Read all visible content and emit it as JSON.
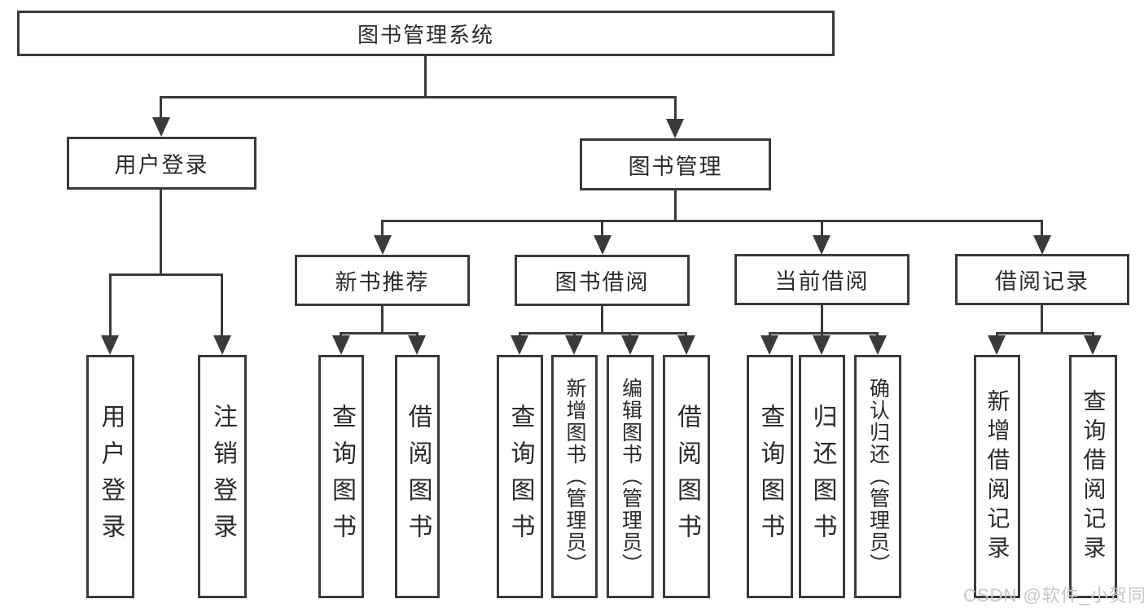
{
  "diagram": {
    "type": "tree",
    "title": "图书管理系统",
    "watermark": "CSDN @软件_小贺同学",
    "colors": {
      "line": "#3a3a3a",
      "box_border": "#3a3a3a",
      "box_fill": "#ffffff",
      "text": "#2b2b2b",
      "watermark": "#c6c6c6",
      "background": "#ffffff"
    },
    "nodes": {
      "root": "图书管理系统",
      "user_login": "用户登录",
      "book_management": "图书管理",
      "new_book_recommend": "新书推荐",
      "book_borrow": "图书借阅",
      "current_borrow": "当前借阅",
      "borrow_record": "借阅记录",
      "ul_user_login": "用户登录",
      "ul_logout": "注销登录",
      "nb_query_book": "查询图书",
      "nb_borrow_book": "借阅图书",
      "bb_query_book": "查询图书",
      "bb_add_book": "新增图书（管理员）",
      "bb_edit_book": "编辑图书（管理员）",
      "bb_borrow_book": "借阅图书",
      "cb_query_book": "查询图书",
      "cb_return_book": "归还图书",
      "cb_confirm_return": "确认归还（管理员）",
      "br_add_record": "新增借阅记录",
      "br_query_record": "查询借阅记录"
    },
    "hierarchy": {
      "图书管理系统": [
        "用户登录",
        "图书管理"
      ],
      "用户登录": [
        "用户登录",
        "注销登录"
      ],
      "图书管理": [
        "新书推荐",
        "图书借阅",
        "当前借阅",
        "借阅记录"
      ],
      "新书推荐": [
        "查询图书",
        "借阅图书"
      ],
      "图书借阅": [
        "查询图书",
        "新增图书（管理员）",
        "编辑图书（管理员）",
        "借阅图书"
      ],
      "当前借阅": [
        "查询图书",
        "归还图书",
        "确认归还（管理员）"
      ],
      "借阅记录": [
        "新增借阅记录",
        "查询借阅记录"
      ]
    }
  }
}
